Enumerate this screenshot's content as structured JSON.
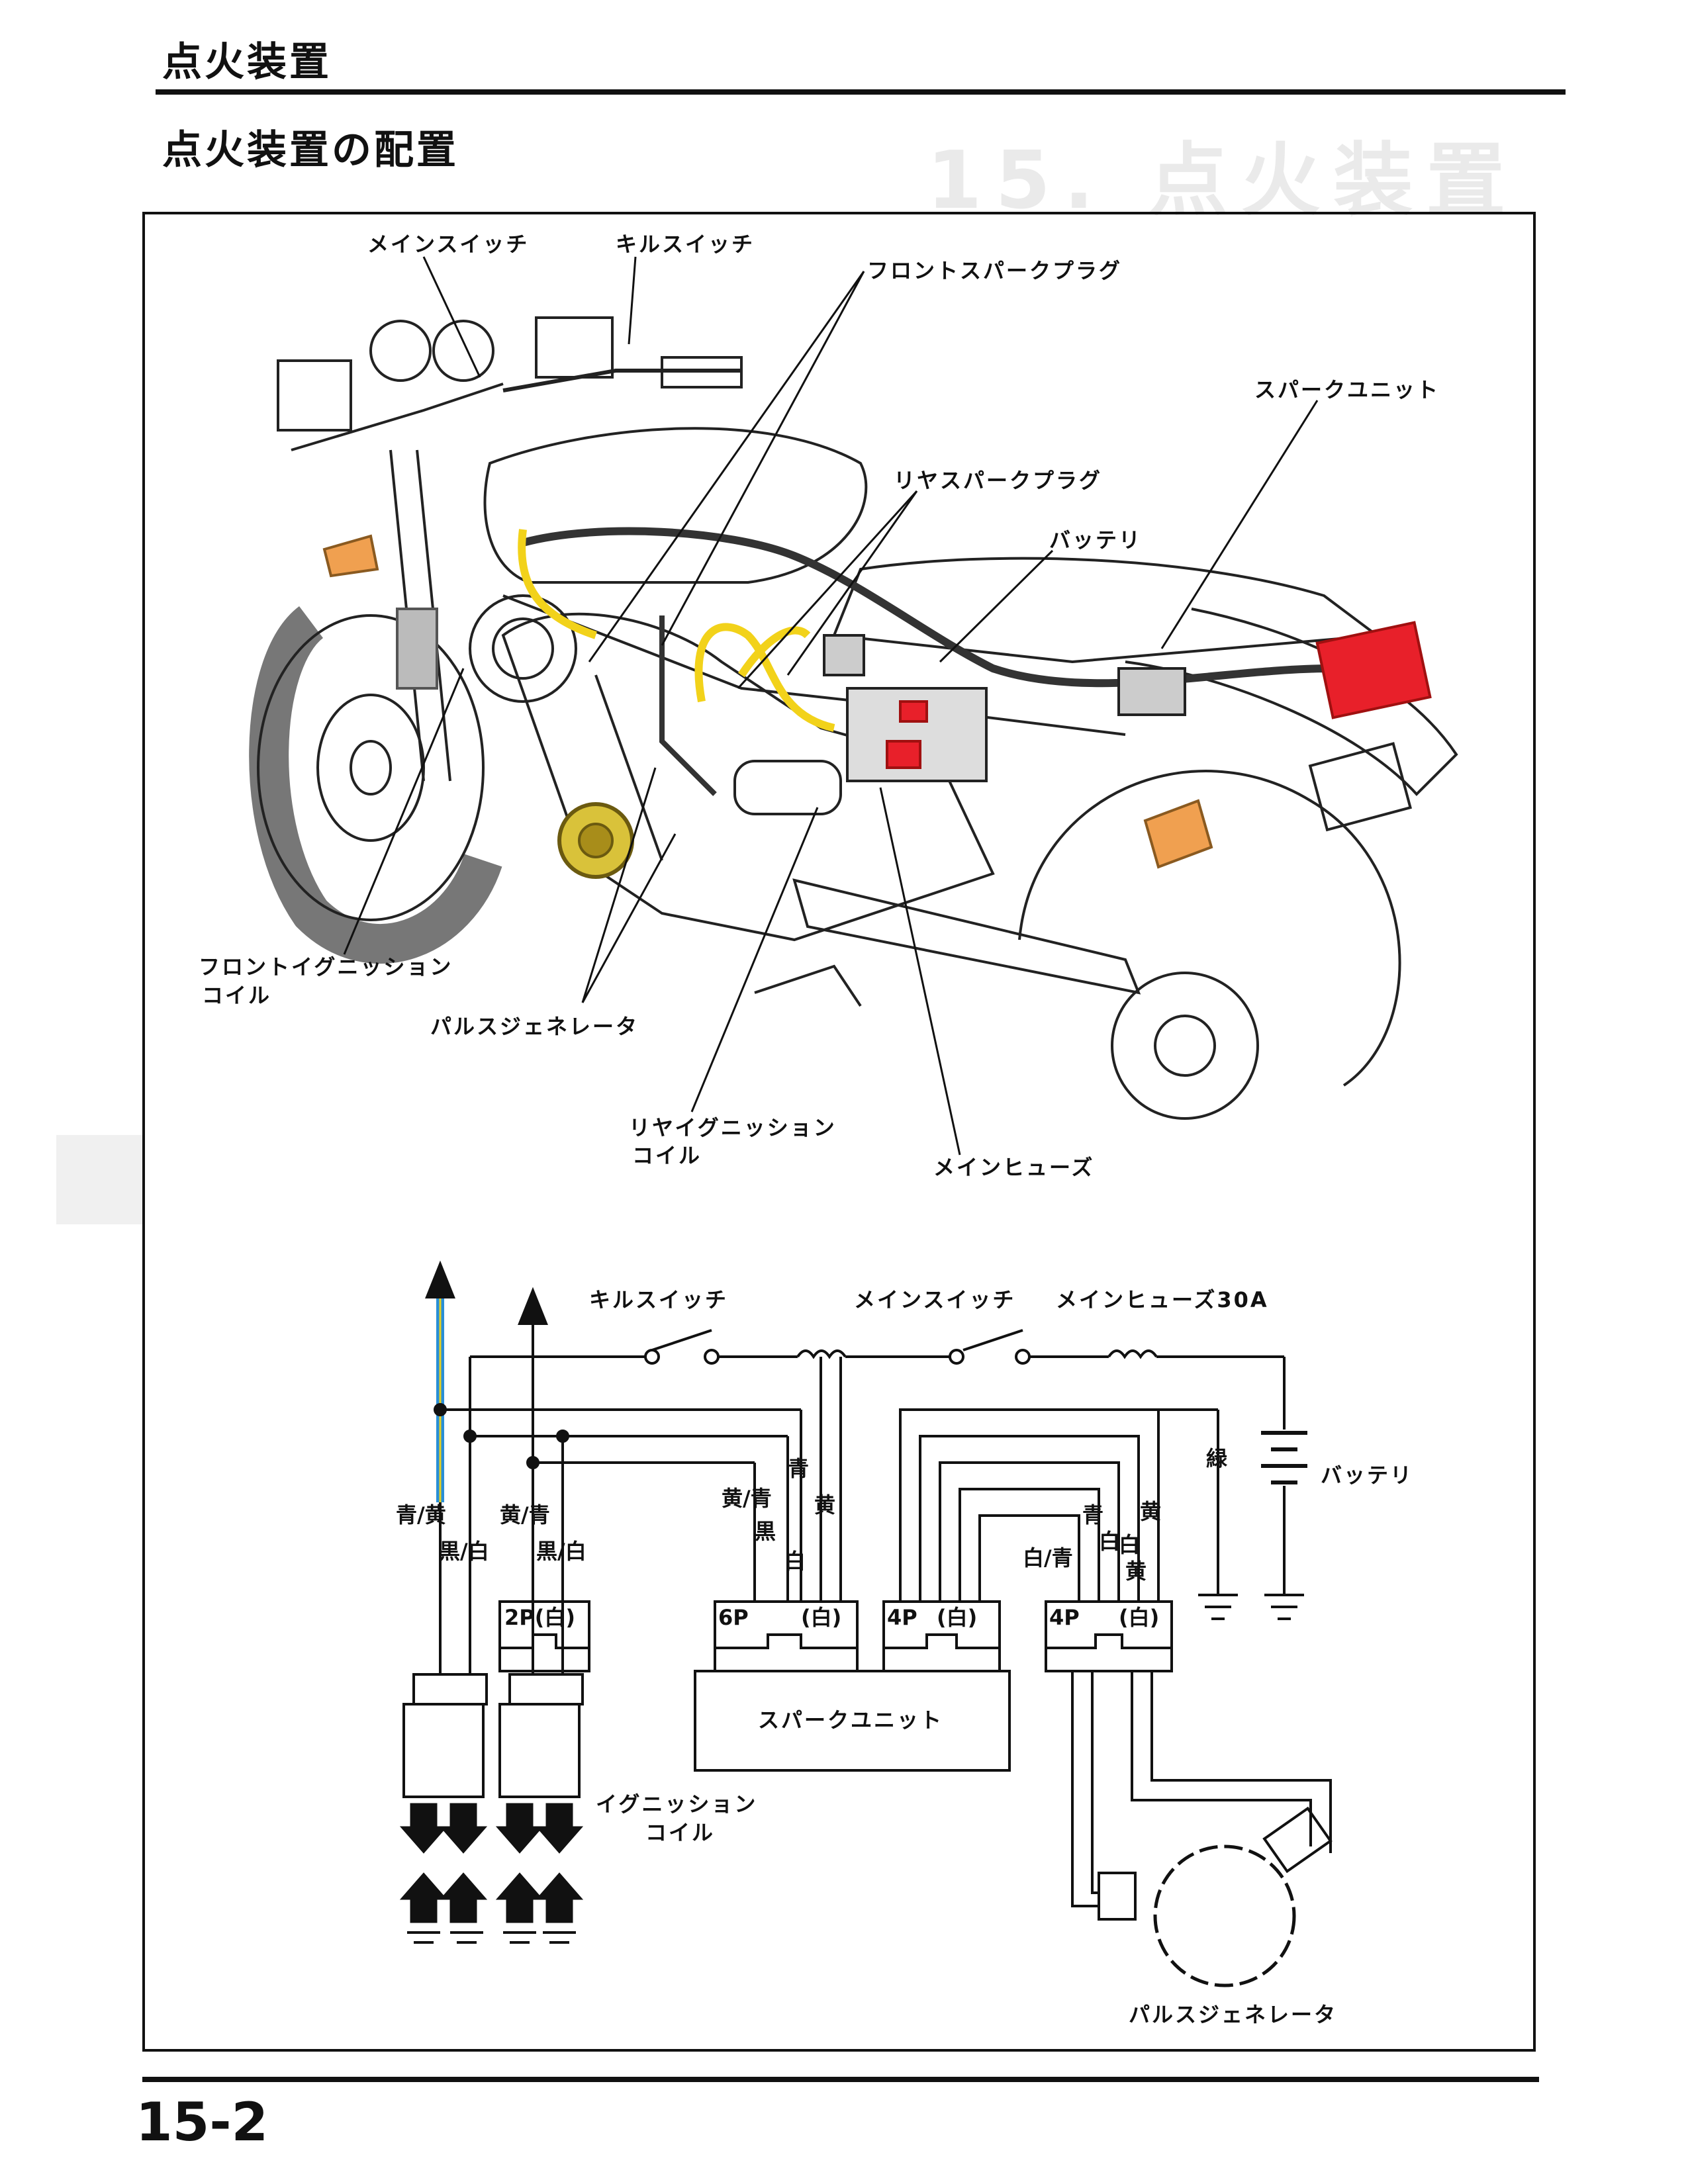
{
  "header": {
    "section_title": "点火装置",
    "page_heading": "点火装置の配置"
  },
  "top_figure": {
    "labels": {
      "main_switch": "メインスイッチ",
      "kill_switch": "キルスイッチ",
      "front_spark_plug": "フロントスパークプラグ",
      "spark_unit": "スパークユニット",
      "rear_spark_plug": "リヤスパークプラグ",
      "battery": "バッテリ",
      "front_ignition_coil_line1": "フロントイグニッション",
      "front_ignition_coil_line2": "コイル",
      "pulse_generator": "パルスジェネレータ",
      "rear_ignition_coil_line1": "リヤイグニッション",
      "rear_ignition_coil_line2": "コイル",
      "main_fuse": "メインヒューズ"
    },
    "colors": {
      "spark_unit": "#e8202a",
      "battery_terminal": "#e8202a",
      "ignition_wire": "#f2d21a",
      "turn_signal": "#f0a050"
    }
  },
  "circuit": {
    "labels": {
      "kill_switch": "キルスイッチ",
      "main_switch": "メインスイッチ",
      "main_fuse": "メインヒューズ30A",
      "battery": "バッテリ",
      "spark_unit": "スパークユニット",
      "ignition_coil_line1": "イグニッション",
      "ignition_coil_line2": "コイル",
      "pulse_generator": "パルスジェネレータ"
    },
    "connectors": {
      "c2p": "2P(白)",
      "c6p": "6P",
      "c6p_color": "(白)",
      "c4p_a": "4P",
      "c4p_a_color": "(白)",
      "c4p_b": "4P",
      "c4p_b_color": "(白)"
    },
    "wire_colors": {
      "w1": "青/黄",
      "w2": "黒/白",
      "w3": "黄/青",
      "w4": "黒/白",
      "w5": "黄/青",
      "w6": "黒",
      "w7": "白",
      "w8": "青",
      "w9": "黄",
      "w10": "緑",
      "w11": "青",
      "w12": "白/青",
      "w13": "白",
      "w14": "黄",
      "w15": "白",
      "w16": "黄"
    },
    "colors": {
      "blue_yellow_wire": "#2a8fd6",
      "blue_yellow_stripe": "#e8d020"
    }
  },
  "footer": {
    "page_number": "15-2"
  }
}
